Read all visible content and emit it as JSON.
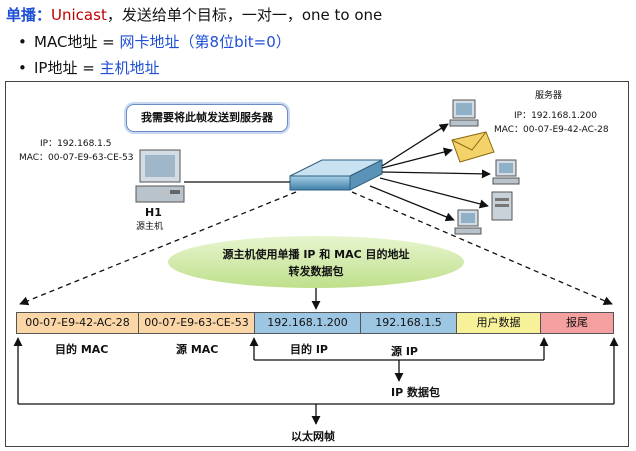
{
  "header": {
    "label": "单播",
    "colon": "：",
    "term": "Unicast",
    "rest": "，发送给单个目标，一对一，one to one"
  },
  "bullets": [
    {
      "marker": "•",
      "name": "MAC地址 = ",
      "value": "网卡地址（第8位bit=0）"
    },
    {
      "marker": "•",
      "name": "IP地址 = ",
      "value": "主机地址"
    }
  ],
  "diagram": {
    "callout": "我需要将此帧发送到服务器",
    "source": {
      "ip": "IP：192.168.1.5",
      "mac": "MAC：00-07-E9-63-CE-53",
      "name": "H1",
      "role": "源主机"
    },
    "server": {
      "title": "服务器",
      "ip": "IP：192.168.1.200",
      "mac": "MAC：00-07-E9-42-AC-28"
    },
    "ellipse_line1": "源主机使用单播 IP 和 MAC 目的地址",
    "ellipse_line2": "转发数据包",
    "frame_fields": [
      {
        "text": "00-07-E9-42-AC-28",
        "color": "#fbd7a8"
      },
      {
        "text": "00-07-E9-63-CE-53",
        "color": "#fbd7a8"
      },
      {
        "text": "192.168.1.200",
        "color": "#9dc6e3"
      },
      {
        "text": "192.168.1.5",
        "color": "#9dc6e3"
      },
      {
        "text": "用户数据",
        "color": "#f7f19a"
      },
      {
        "text": "报尾",
        "color": "#f5a0a0"
      }
    ],
    "labels": {
      "dest_mac": "目的 MAC",
      "src_mac": "源 MAC",
      "dest_ip": "目的 IP",
      "src_ip": "源 IP",
      "ip_packet": "IP 数据包",
      "ethernet_frame": "以太网帧"
    }
  },
  "colors": {
    "keyword": "#1f4fd6",
    "unicast": "#c00000",
    "ellipse": "#cfe7a6"
  }
}
